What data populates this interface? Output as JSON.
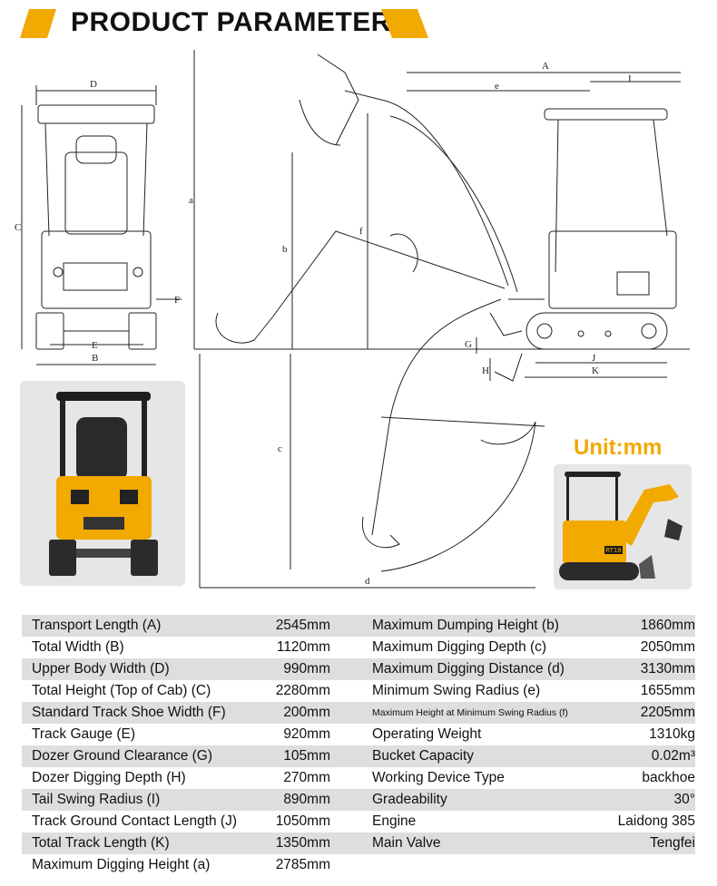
{
  "header": {
    "title": "PRODUCT PARAMETER",
    "accent_color": "#f2a900"
  },
  "unit_label": "Unit:mm",
  "diagram": {
    "front_labels": {
      "D": "D",
      "C": "C",
      "F": "F",
      "E": "E",
      "B": "B"
    },
    "side_labels": {
      "A": "A",
      "e": "e",
      "I": "I",
      "a": "a",
      "b": "b",
      "f": "f",
      "G": "G",
      "J": "J",
      "H": "H",
      "K": "K",
      "c": "c",
      "d": "d"
    }
  },
  "photo_right_badge": "RT18",
  "specs": [
    {
      "l_label": "Transport Length (A)",
      "l_value": "2545mm",
      "r_label": "Maximum Dumping Height (b)",
      "r_value": "1860mm"
    },
    {
      "l_label": "Total Width (B)",
      "l_value": "1120mm",
      "r_label": "Maximum Digging Depth (c)",
      "r_value": "2050mm"
    },
    {
      "l_label": "Upper Body Width (D)",
      "l_value": "990mm",
      "r_label": "Maximum Digging Distance (d)",
      "r_value": "3130mm"
    },
    {
      "l_label": "Total Height (Top of Cab) (C)",
      "l_value": "2280mm",
      "r_label": "Minimum Swing Radius (e)",
      "r_value": "1655mm"
    },
    {
      "l_label": "Standard Track Shoe Width (F)",
      "l_value": "200mm",
      "r_label": "Maximum Height at Minimum Swing Radius (f)",
      "r_value": "2205mm"
    },
    {
      "l_label": "Track Gauge (E)",
      "l_value": "920mm",
      "r_label": "Operating Weight",
      "r_value": "1310kg"
    },
    {
      "l_label": "Dozer Ground Clearance (G)",
      "l_value": "105mm",
      "r_label": "Bucket Capacity",
      "r_value": "0.02m³"
    },
    {
      "l_label": "Dozer Digging Depth (H)",
      "l_value": "270mm",
      "r_label": "Working Device Type",
      "r_value": "backhoe"
    },
    {
      "l_label": "Tail Swing Radius (I)",
      "l_value": "890mm",
      "r_label": "Gradeability",
      "r_value": "30°"
    },
    {
      "l_label": "Track Ground Contact Length (J)",
      "l_value": "1050mm",
      "r_label": "Engine",
      "r_value": "Laidong 385"
    },
    {
      "l_label": "Total Track Length (K)",
      "l_value": "1350mm",
      "r_label": "Main Valve",
      "r_value": "Tengfei"
    },
    {
      "l_label": "Maximum Digging Height (a)",
      "l_value": "2785mm",
      "r_label": "",
      "r_value": ""
    }
  ]
}
